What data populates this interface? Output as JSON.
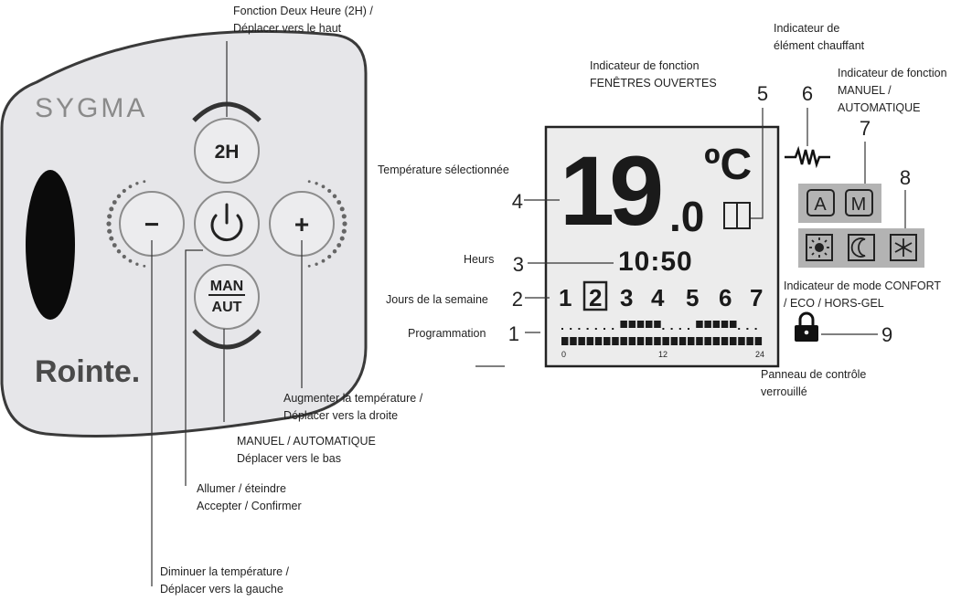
{
  "device": {
    "brand": "SYGMA",
    "logo": "Rointe.",
    "buttons": {
      "two_hour": "2H",
      "minus": "−",
      "power_icon": "power-icon",
      "plus": "+",
      "man": "MAN",
      "aut": "AUT"
    }
  },
  "display": {
    "temperature_main": "19",
    "temperature_decimal": ".0",
    "unit": "ºC",
    "time": "10:50",
    "days": [
      "1",
      "2",
      "3",
      "4",
      "5",
      "6",
      "7"
    ],
    "selected_day": "2",
    "schedule_ticks": [
      "0",
      "12",
      "24"
    ],
    "mode_auto": "A",
    "mode_manual": "M"
  },
  "callout_numbers": [
    "1",
    "2",
    "3",
    "4",
    "5",
    "6",
    "7",
    "8",
    "9"
  ],
  "labels": {
    "two_hour_line1": "Fonction Deux Heure (2H) /",
    "two_hour_line2": "Déplacer vers le haut",
    "plus_line1": "Augmenter la température /",
    "plus_line2": "Déplacer vers la droite",
    "manaut_line1": "MANUEL / AUTOMATIQUE",
    "manaut_line2": "Déplacer vers le bas",
    "power_line1": "Allumer / éteindre",
    "power_line2": "Accepter / Confirmer",
    "minus_line1": "Diminuer la température /",
    "minus_line2": "Déplacer vers la gauche",
    "window_line1": "Indicateur de fonction",
    "window_line2": "FENÊTRES OUVERTES",
    "heating_line1": "Indicateur de",
    "heating_line2": "élément chauffant",
    "manual_line1": "Indicateur de fonction",
    "manual_line2": "MANUEL /",
    "manual_line3": "AUTOMATIQUE",
    "temp_selected": "Température sélectionnée",
    "hours": "Heurs",
    "weekdays": "Jours de la semaine",
    "programming": "Programmation",
    "mode_line1": "Indicateur de mode CONFORT",
    "mode_line2": "/ ECO / HORS-GEL",
    "lock_line1": "Panneau de contrôle",
    "lock_line2": "verrouillé"
  },
  "icons": [
    "heating-element-icon",
    "window-open-icon",
    "sun-icon",
    "moon-icon",
    "snowflake-icon",
    "lock-icon"
  ]
}
